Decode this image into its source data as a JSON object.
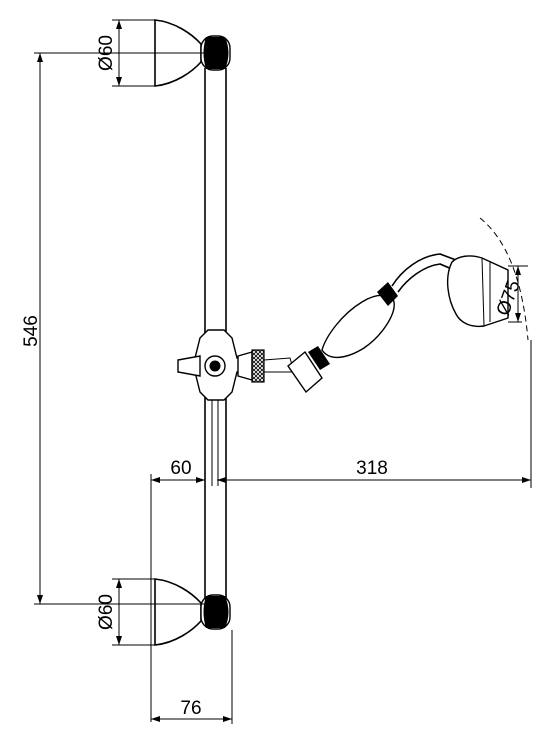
{
  "dimensions": {
    "top_bracket_diameter": "Ø60",
    "bottom_bracket_diameter": "Ø60",
    "overall_height": "546",
    "wall_offset": "60",
    "shower_reach": "318",
    "handshower_diameter": "Ø75",
    "bracket_depth": "76"
  }
}
